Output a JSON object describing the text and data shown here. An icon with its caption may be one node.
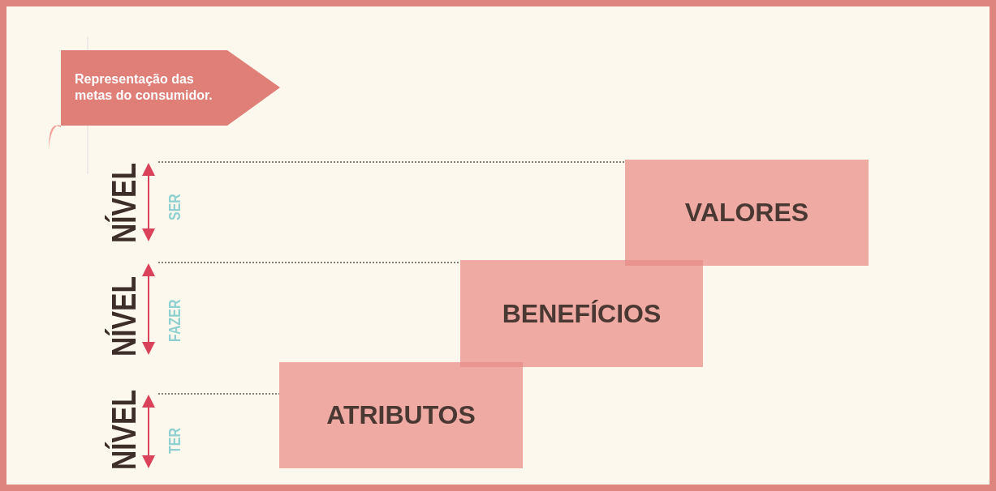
{
  "diagram": {
    "nodes": [
      {
        "text": [
          "Representação das metas do consumidor."
        ]
      },
      {
        "text": [
          "VALORES"
        ]
      },
      {
        "text": [
          "BENEFÍCIOS"
        ]
      },
      {
        "text": [
          "ATRIBUTOS"
        ]
      }
    ],
    "labels": [
      "NÍVEL",
      "SER",
      "NÍVEL",
      "FAZER",
      "NÍVEL",
      "TER"
    ]
  }
}
